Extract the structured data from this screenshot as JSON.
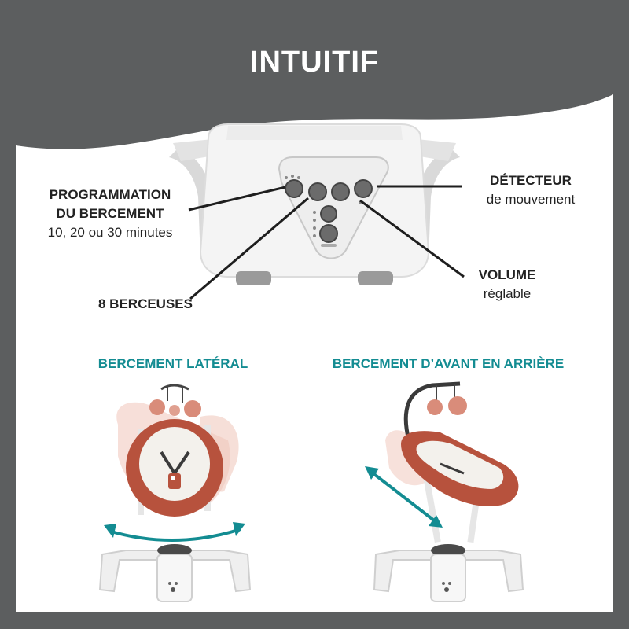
{
  "title": "INTUITIF",
  "callouts": {
    "programmation": {
      "line1": "PROGRAMMATION",
      "line2": "DU BERCEMENT",
      "detail": "10, 20 ou 30 minutes"
    },
    "detecteur": {
      "heading": "DÉTECTEUR",
      "detail": "de mouvement"
    },
    "volume": {
      "heading": "VOLUME",
      "detail": "réglable"
    },
    "berceuses": {
      "heading": "8 BERCEUSES"
    }
  },
  "sections": {
    "lateral": "BERCEMENT LATÉRAL",
    "avant_arriere": "BERCEMENT D’AVANT EN ARRIÈRE"
  },
  "colors": {
    "background_band": "#5c5e5f",
    "panel": "#ffffff",
    "accent_teal": "#138c92",
    "seat_terracotta": "#b7523d"
  }
}
